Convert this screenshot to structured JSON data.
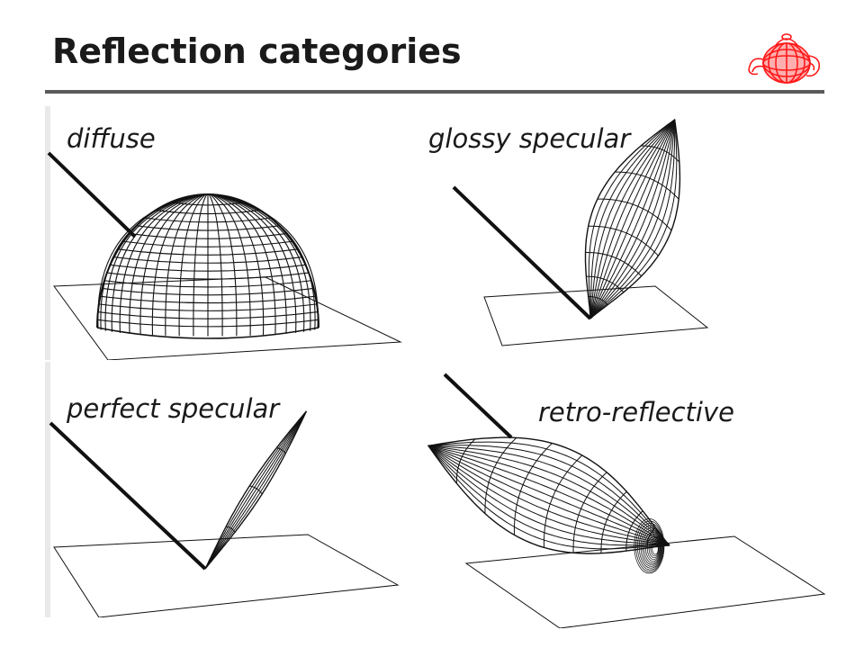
{
  "slide": {
    "title": "Reflection categories"
  },
  "logo": {
    "icon": "teapot-wireframe-icon",
    "color": "#ff1a1a"
  },
  "panels": [
    {
      "label": "diffuse"
    },
    {
      "label": "glossy specular"
    },
    {
      "label": "perfect specular"
    },
    {
      "label": "retro-reflective"
    }
  ]
}
